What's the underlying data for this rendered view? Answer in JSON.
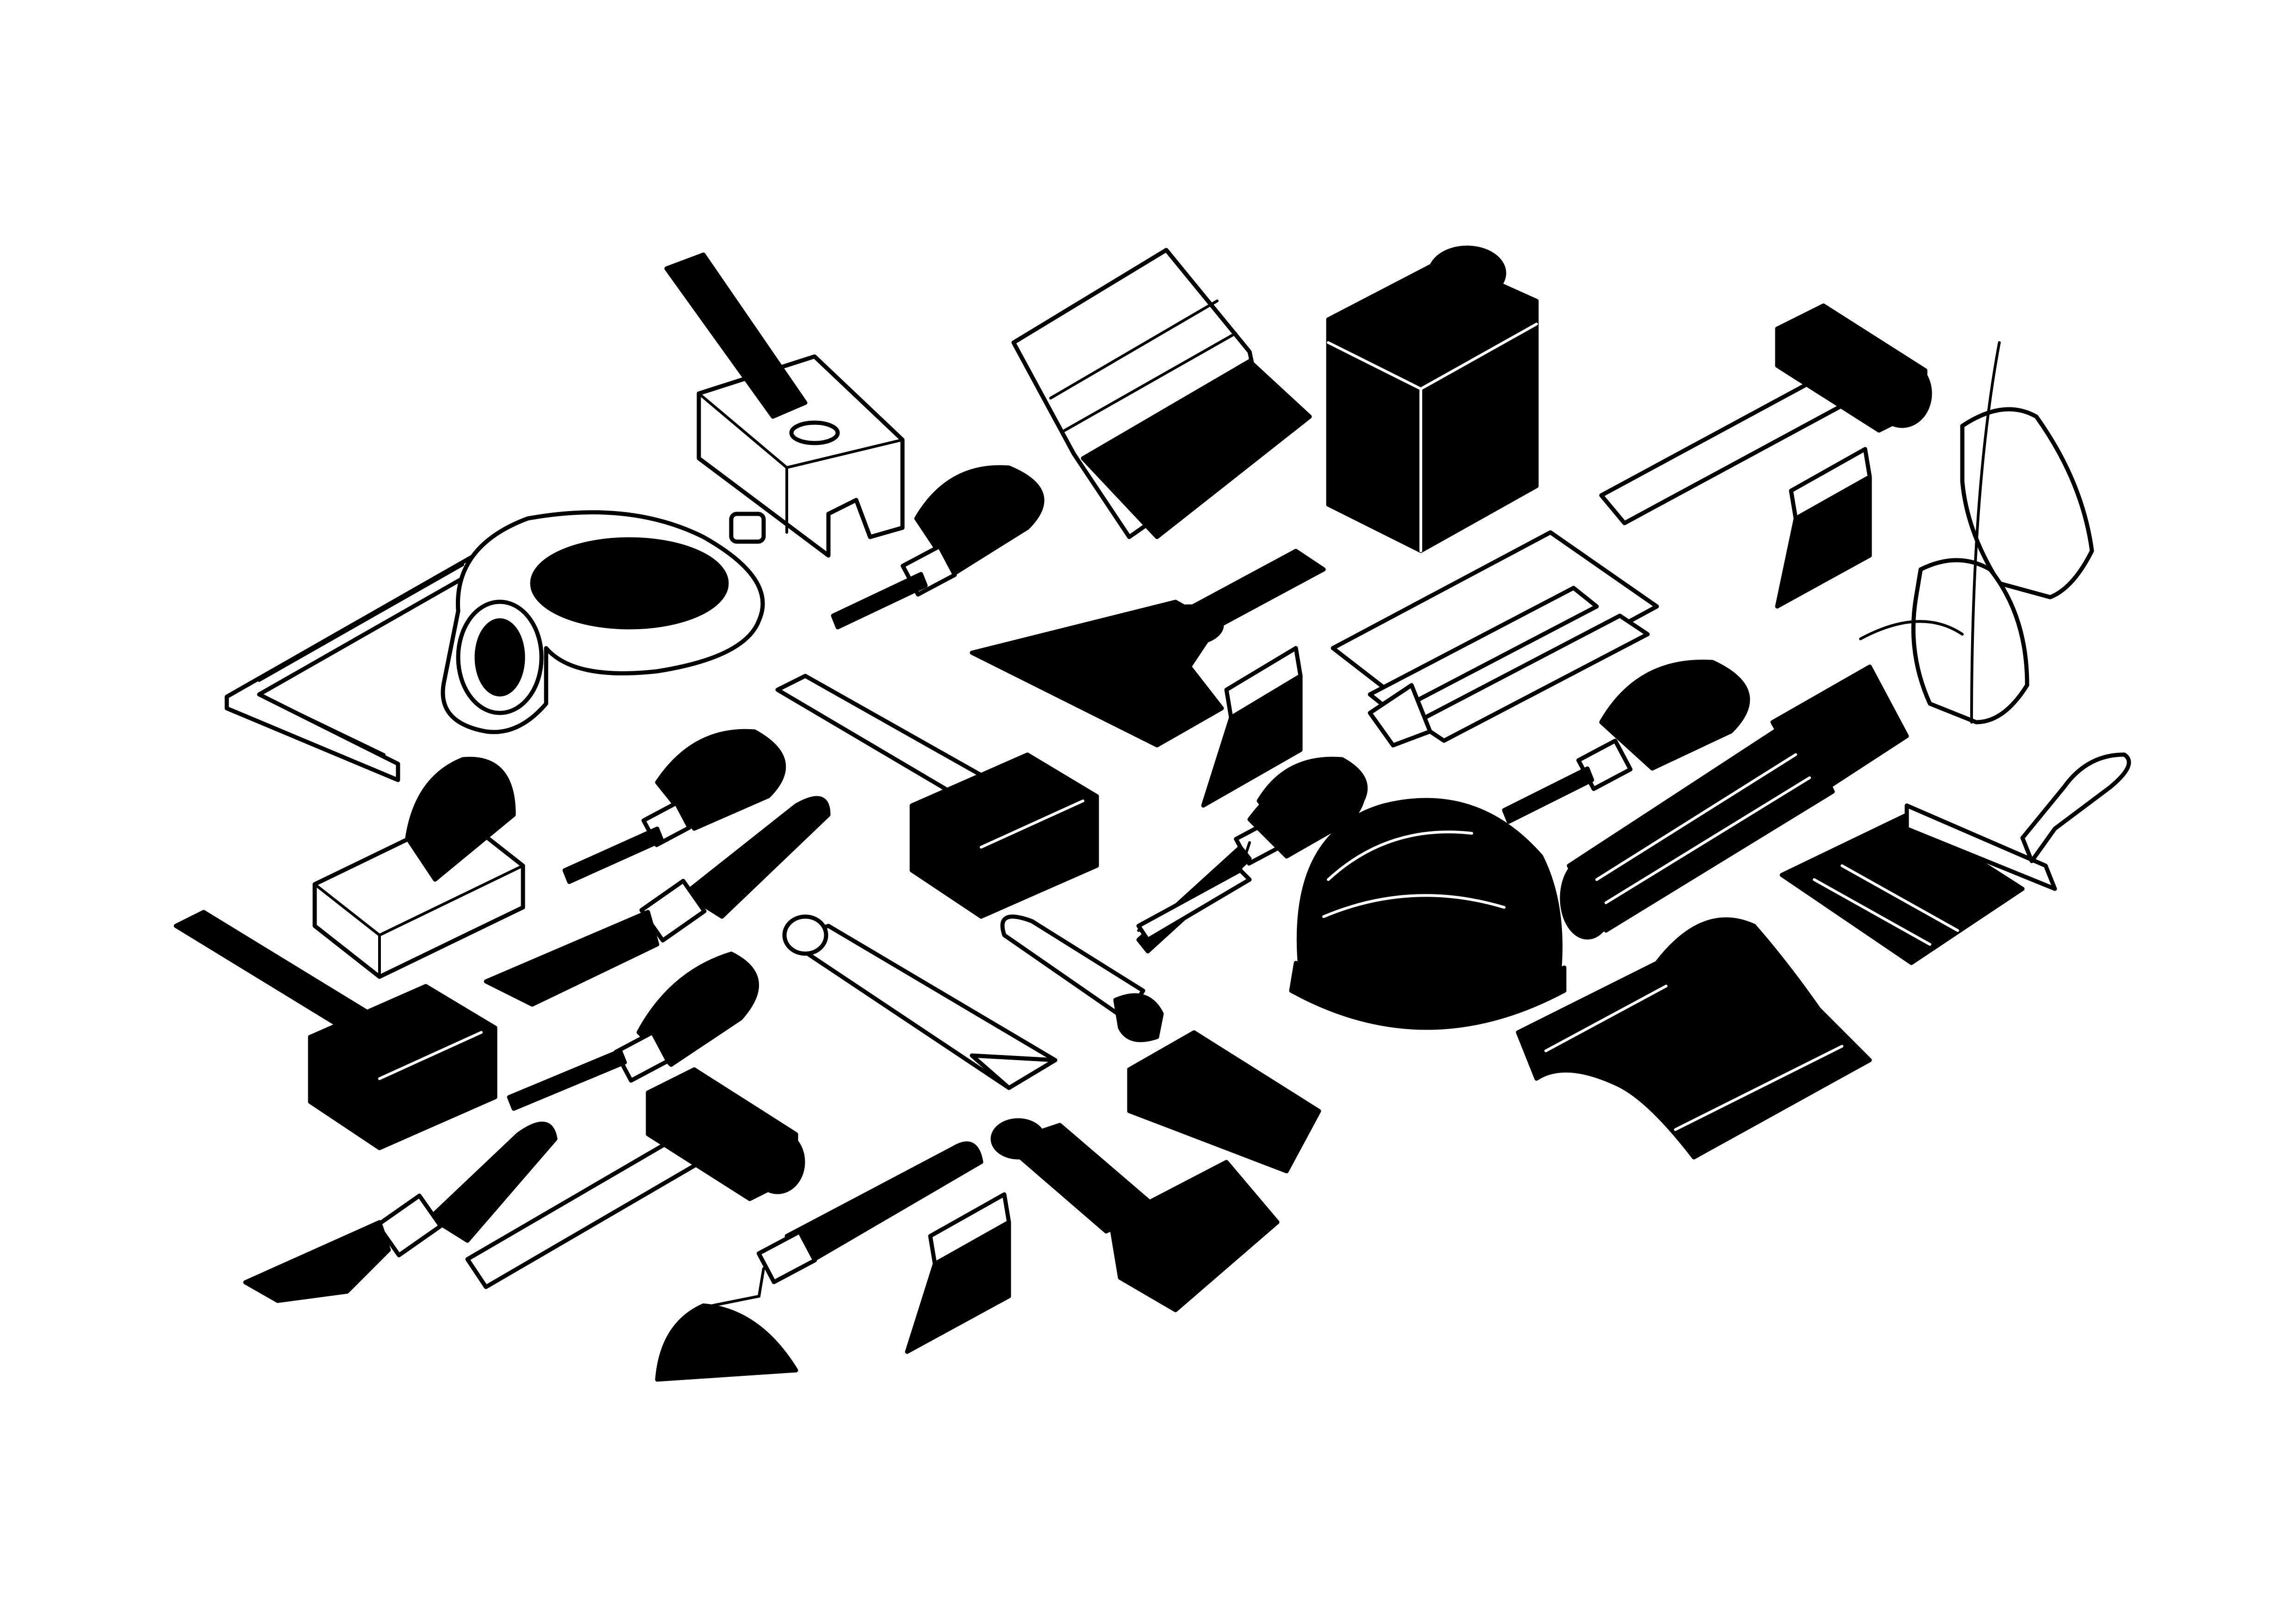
{
  "scene": {
    "background": "#ffffff",
    "ink": "#000000",
    "item_count": 34,
    "items": [
      "block-plane",
      "pipe-wrench-clamp",
      "steel-square",
      "smoothing-plane",
      "mallet",
      "chisel",
      "chisel",
      "chisel",
      "chisel",
      "chisel",
      "chisel",
      "chisel",
      "plastic-squeegee",
      "wide-scraper",
      "jerry-can",
      "wood-slats",
      "sledge-hammer",
      "scraper-blade",
      "scraper-blade",
      "scraper-blade",
      "gloved-hands-with-wire",
      "rubber-mallet",
      "pointing-trowel",
      "safety-helmet",
      "torch",
      "paint-brush",
      "chisel-pin",
      "brick-trowel",
      "pointing-trowel",
      "putty-knife",
      "ridge-tile",
      "claw-hammer",
      "paint-scraper",
      "detail-trowel"
    ]
  }
}
